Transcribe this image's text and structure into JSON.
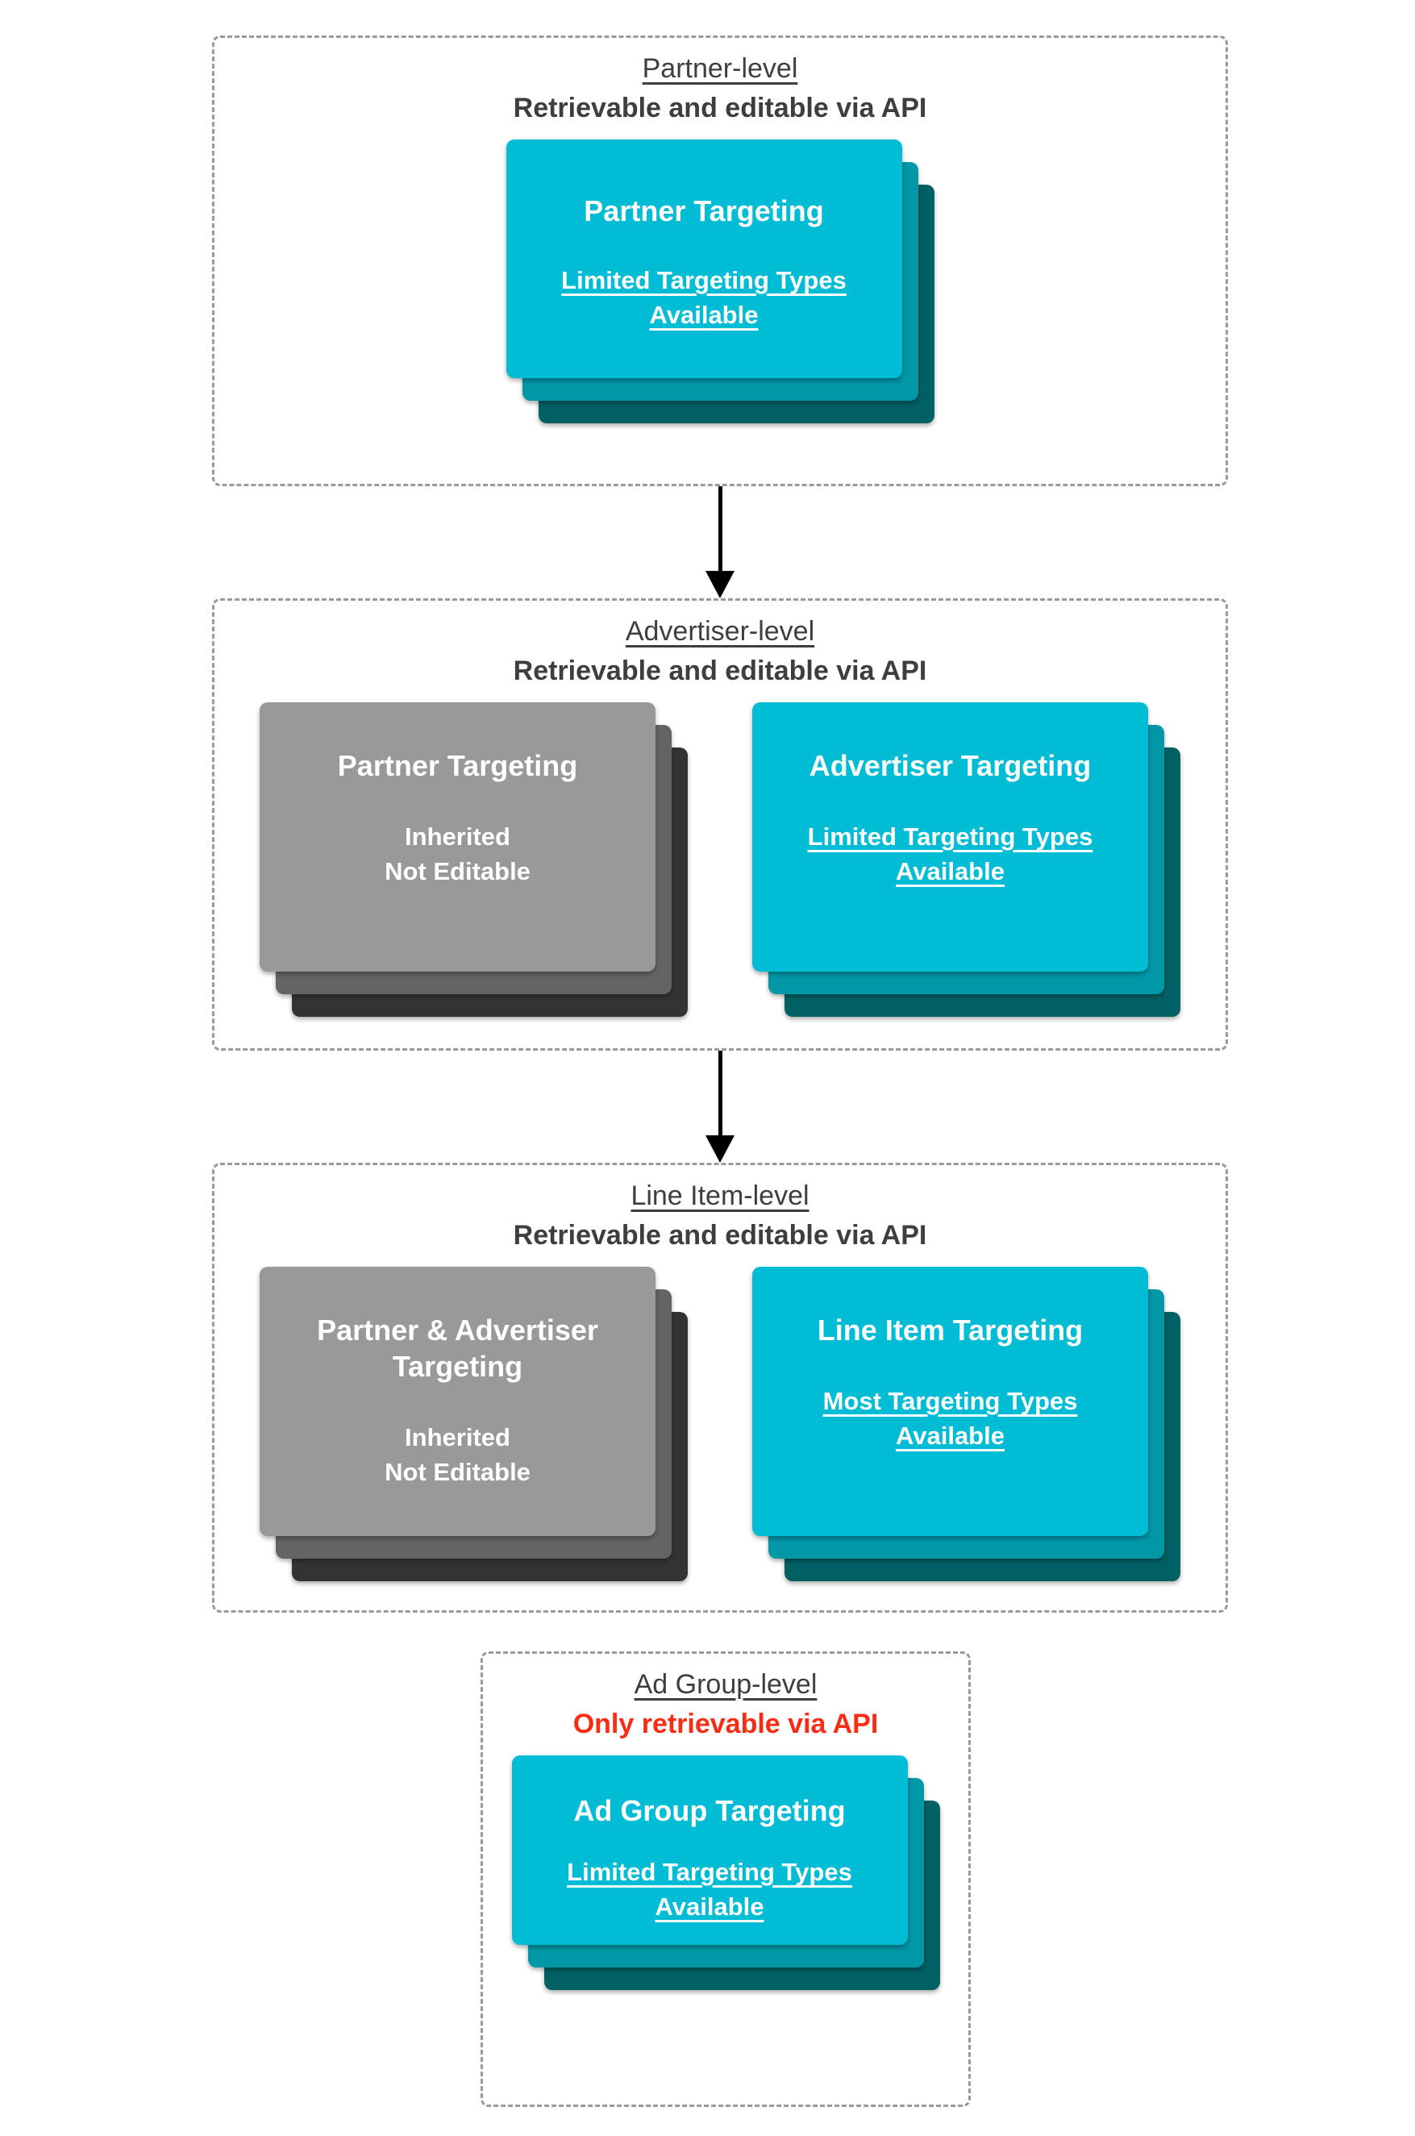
{
  "diagram": {
    "topic": "Targeting levels retrievable and editable via API",
    "colors": {
      "cyan_card_front": "#00bcd4",
      "cyan_card_middle": "#0097a7",
      "cyan_card_back": "#006064",
      "gray_card_front": "#999999",
      "gray_card_middle": "#646464",
      "gray_card_back": "#333333",
      "section_text": "#3e3e3e",
      "red_subtitle": "#f92d15",
      "dashed_border": "#9a9a9a",
      "arrow": "#000000",
      "card_text": "#ffffff"
    },
    "sections": [
      {
        "title": "Partner-level",
        "subtitle": "Retrievable and editable via API",
        "cards": [
          {
            "variant": "cyan",
            "heading": "Partner Targeting",
            "sub": "Limited Targeting Types Available"
          }
        ]
      },
      {
        "title": "Advertiser-level",
        "subtitle": "Retrievable and editable via API",
        "cards": [
          {
            "variant": "gray",
            "heading": "Partner Targeting",
            "lines": [
              "Inherited",
              "Not Editable"
            ]
          },
          {
            "variant": "cyan",
            "heading": "Advertiser Targeting",
            "sub": "Limited Targeting Types Available"
          }
        ]
      },
      {
        "title": "Line Item-level",
        "subtitle": "Retrievable and editable via API",
        "cards": [
          {
            "variant": "gray",
            "heading": "Partner & Advertiser Targeting",
            "lines": [
              "Inherited",
              "Not Editable"
            ]
          },
          {
            "variant": "cyan",
            "heading": "Line Item Targeting",
            "sub": "Most Targeting Types Available"
          }
        ]
      },
      {
        "title": "Ad Group-level",
        "subtitle": "Only retrievable via API",
        "cards": [
          {
            "variant": "cyan",
            "heading": "Ad Group Targeting",
            "sub": "Limited Targeting Types Available"
          }
        ]
      }
    ]
  }
}
